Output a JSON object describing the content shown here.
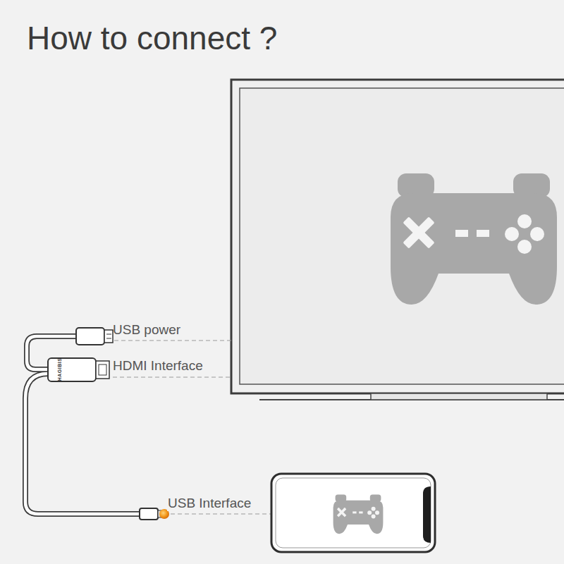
{
  "diagram": {
    "title": "How to connect ?",
    "labels": [
      "USB power",
      "HDMI Interface",
      "HAGIBIS",
      "USB Interface"
    ]
  }
}
